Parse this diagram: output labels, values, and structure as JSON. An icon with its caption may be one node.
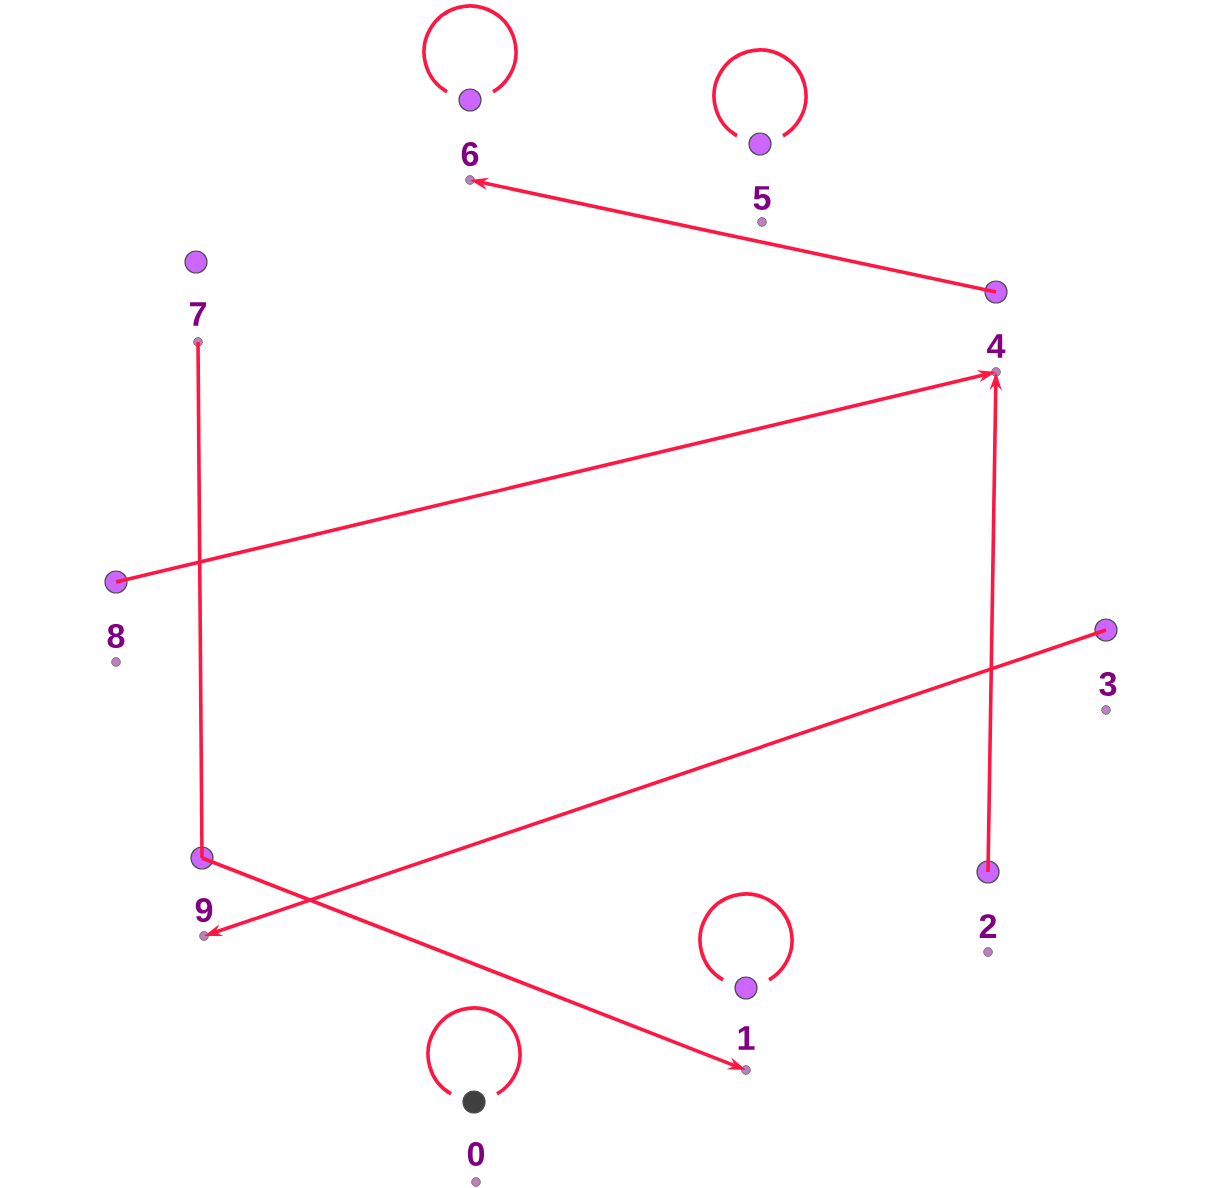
{
  "diagram": {
    "nodes": [
      {
        "text": [
          "0"
        ]
      },
      {
        "text": [
          "1"
        ]
      },
      {
        "text": [
          "2"
        ]
      },
      {
        "text": [
          "3"
        ]
      },
      {
        "text": [
          "4"
        ]
      },
      {
        "text": [
          "5"
        ]
      },
      {
        "text": [
          "6"
        ]
      },
      {
        "text": [
          "7"
        ]
      },
      {
        "text": [
          "8"
        ]
      },
      {
        "text": [
          "9"
        ]
      }
    ],
    "edges": [
      {
        "from": 4,
        "to": 6,
        "arrow": "to"
      },
      {
        "from": 8,
        "to": 4,
        "arrow": "to"
      },
      {
        "from": 2,
        "to": 4,
        "arrow": "to"
      },
      {
        "from": 3,
        "to": 9,
        "arrow": "to"
      },
      {
        "from": 9,
        "to": 1,
        "arrow": "to"
      },
      {
        "from": 7,
        "to": 9,
        "arrow": "none"
      },
      {
        "from": 0,
        "to": 0,
        "arrow": "none"
      },
      {
        "from": 1,
        "to": 1,
        "arrow": "none"
      },
      {
        "from": 5,
        "to": 5,
        "arrow": "none"
      },
      {
        "from": 6,
        "to": 6,
        "arrow": "none"
      }
    ]
  }
}
